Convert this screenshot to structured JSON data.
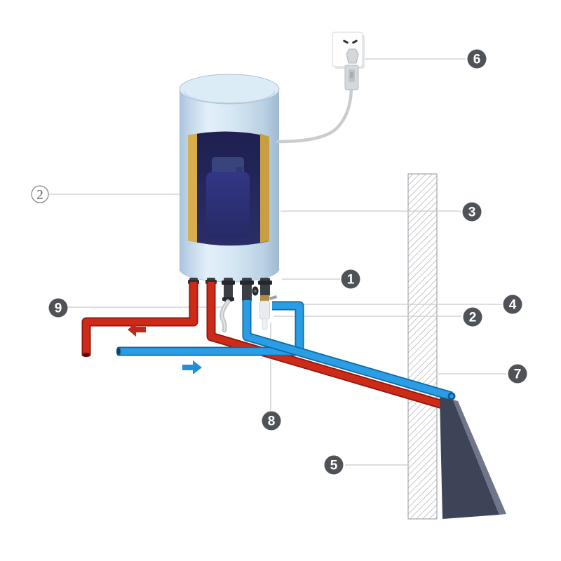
{
  "diagram": {
    "type": "water-heater-installation-diagram",
    "callouts": [
      {
        "label": "2",
        "style": "outlined"
      },
      {
        "label": "1",
        "style": "filled"
      },
      {
        "label": "2",
        "style": "filled"
      },
      {
        "label": "3",
        "style": "filled"
      },
      {
        "label": "4",
        "style": "filled"
      },
      {
        "label": "5",
        "style": "filled"
      },
      {
        "label": "6",
        "style": "filled"
      },
      {
        "label": "7",
        "style": "filled"
      },
      {
        "label": "8",
        "style": "filled"
      },
      {
        "label": "9",
        "style": "filled"
      }
    ],
    "flow_arrows": [
      {
        "color": "#c2281a",
        "direction": "left"
      },
      {
        "color": "#1f8fd8",
        "direction": "right"
      }
    ],
    "colors": {
      "shell_light_blue": "#cfe3f2",
      "insulation_yellow": "#d9ad4c",
      "inner_tank_navy": "#262a63",
      "hot_pipe_red": "#c2281a",
      "cold_pipe_blue": "#2b9de4",
      "callout_fill": "#4f5357",
      "wall_hatch_gray": "#a9afb5",
      "wedge_dark": "#3e4457"
    }
  }
}
